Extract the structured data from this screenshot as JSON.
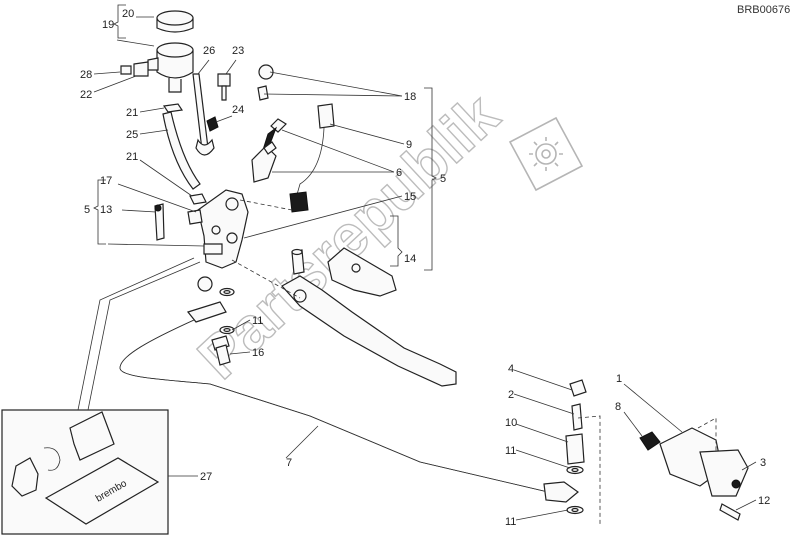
{
  "diagram": {
    "code": "BRB00676",
    "kit_brand_text": "brembo",
    "callouts": {
      "c1": "1",
      "c2": "2",
      "c3": "3",
      "c4": "4",
      "c5a": "5",
      "c5b": "5",
      "c6": "6",
      "c7": "7",
      "c8": "8",
      "c9": "9",
      "c10": "10",
      "c11a": "11",
      "c11b": "11",
      "c11c": "11",
      "c12": "12",
      "c13": "13",
      "c14": "14",
      "c15": "15",
      "c16": "16",
      "c17": "17",
      "c18": "18",
      "c19": "19",
      "c20": "20",
      "c21a": "21",
      "c21b": "21",
      "c22": "22",
      "c23": "23",
      "c24": "24",
      "c25": "25",
      "c26": "26",
      "c27": "27",
      "c28": "28"
    }
  },
  "watermark": {
    "text": "Partsrepublik"
  }
}
